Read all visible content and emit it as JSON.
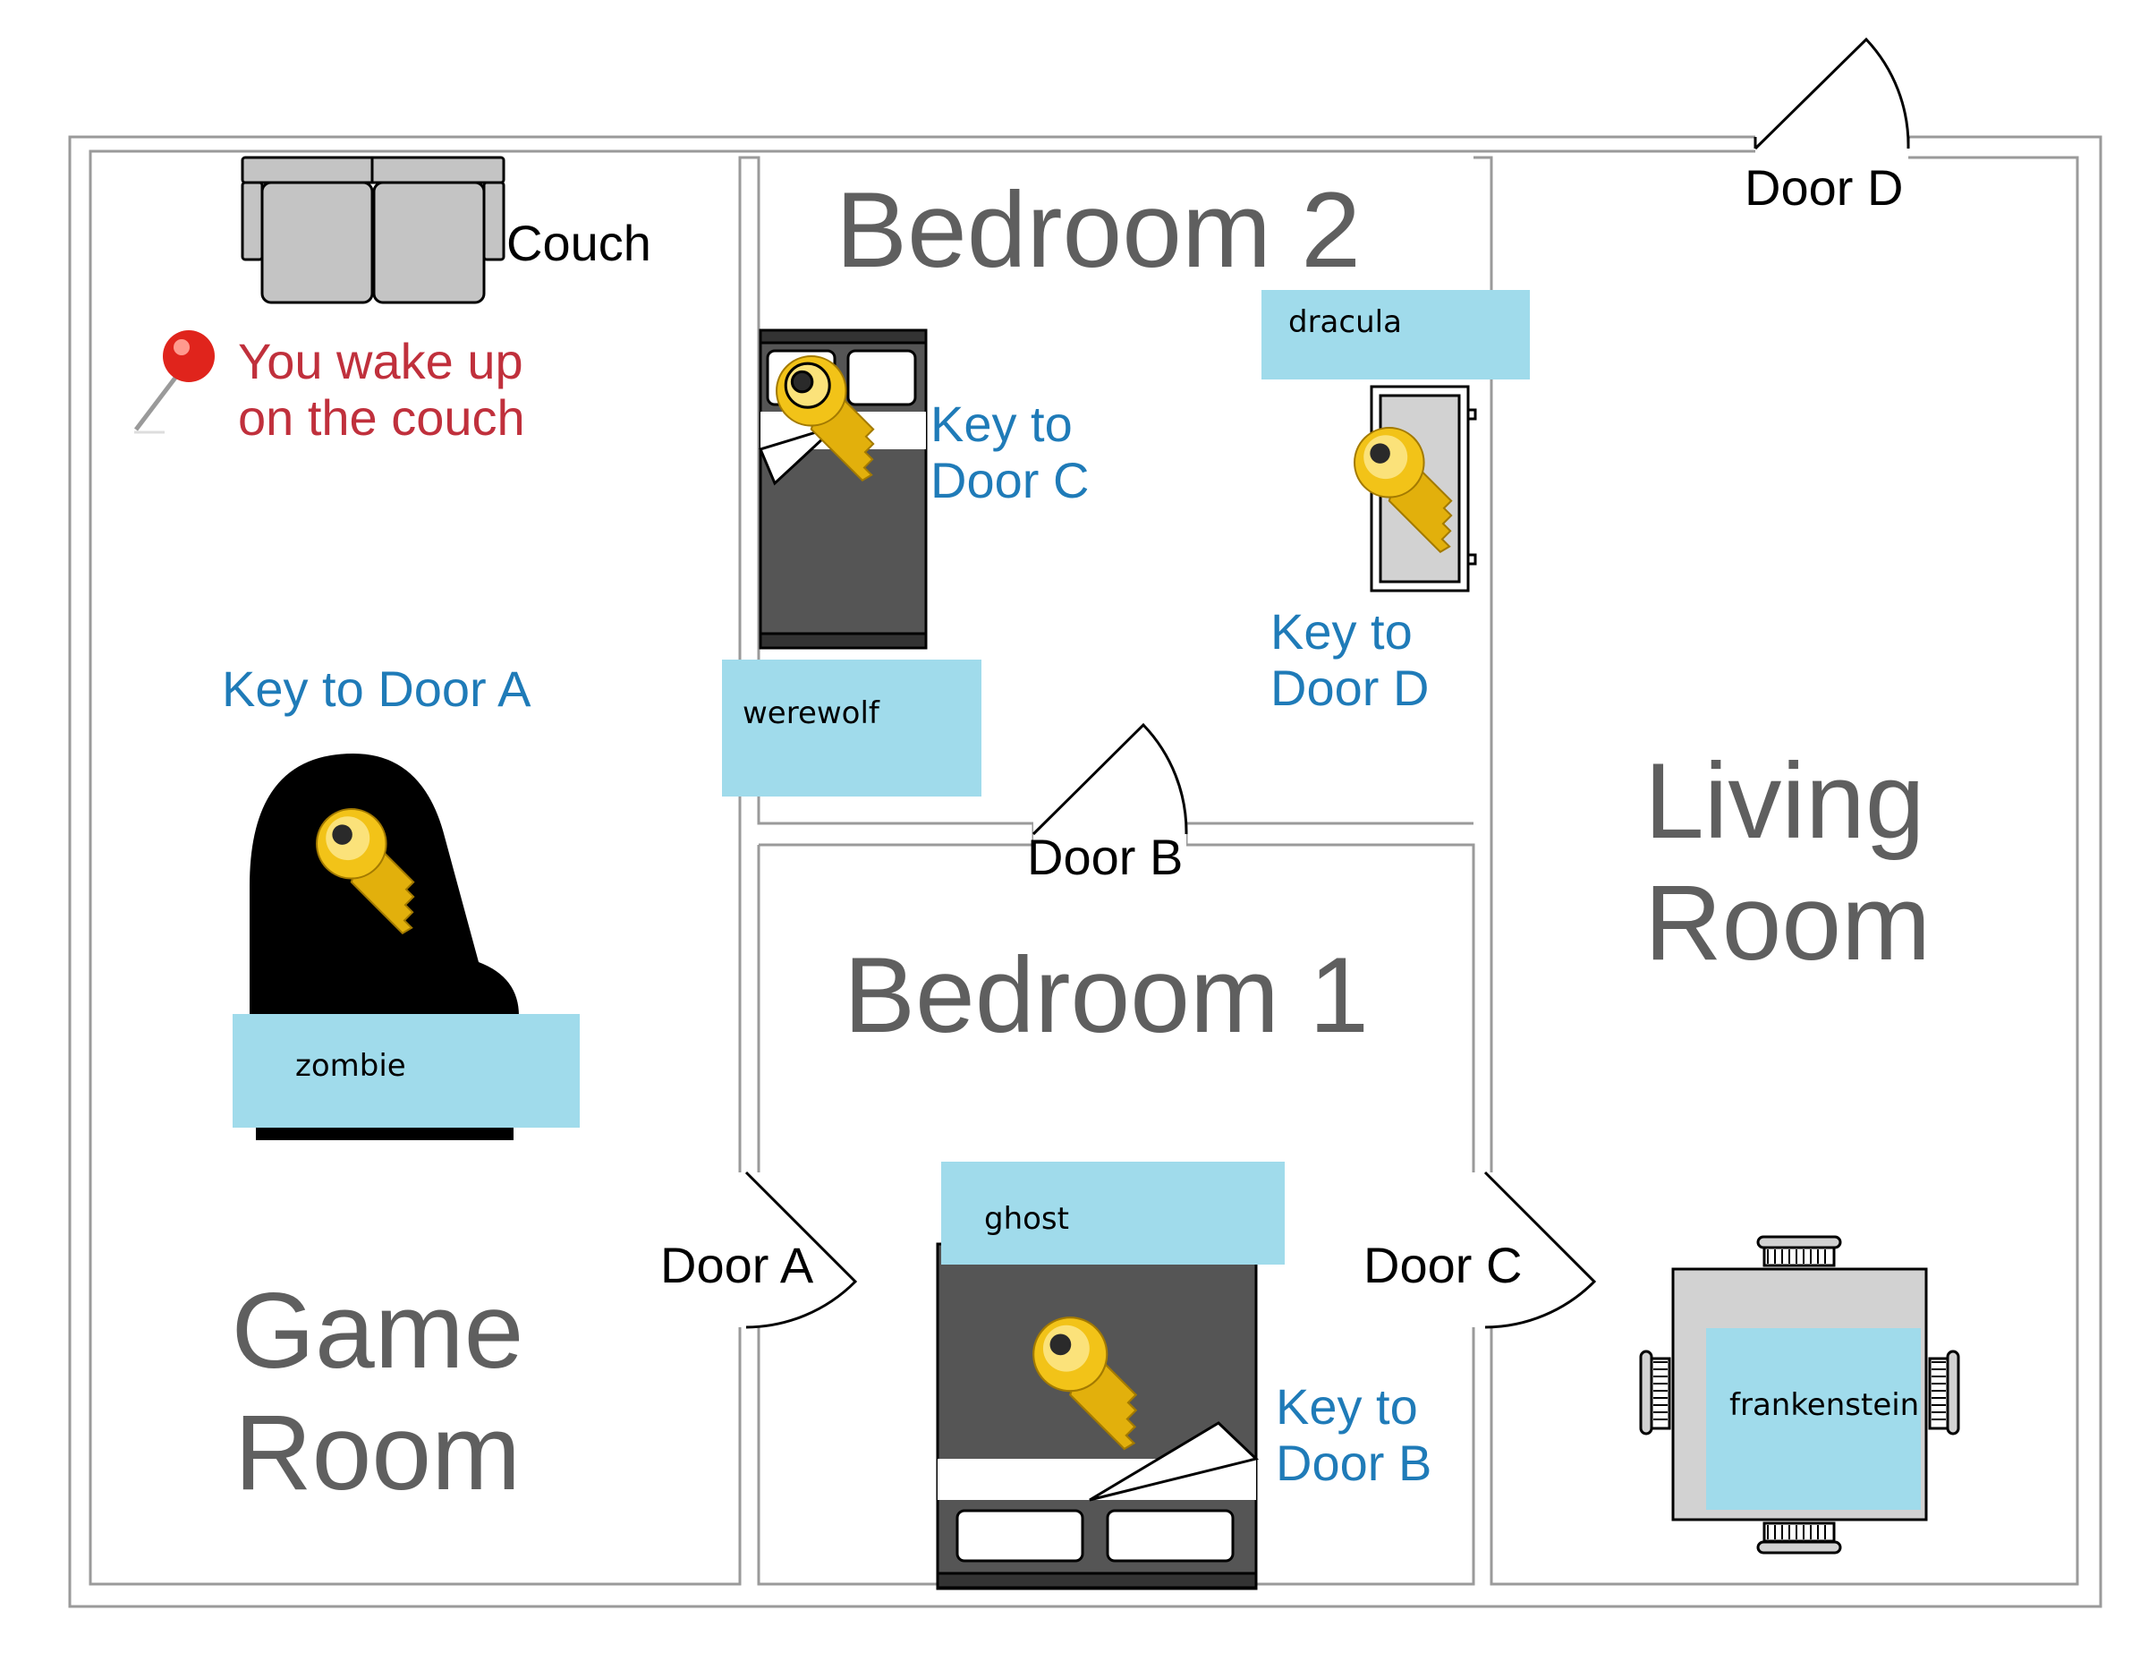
{
  "rooms": {
    "game_room": "Game\nRoom",
    "bedroom_2": "Bedroom 2",
    "bedroom_1": "Bedroom 1",
    "living_room": "Living\nRoom"
  },
  "doors": {
    "a": "Door A",
    "b": "Door B",
    "c": "Door C",
    "d": "Door D"
  },
  "keys": {
    "door_a": "Key to Door A",
    "door_b": "Key to\nDoor B",
    "door_c": "Key to\nDoor C",
    "door_d": "Key to\nDoor D"
  },
  "furniture": {
    "couch": "Couch"
  },
  "start_note": "You wake up\non the couch",
  "monsters": {
    "zombie": "zombie",
    "werewolf": "werewolf",
    "dracula": "dracula",
    "ghost": "ghost",
    "frankenstein": "frankenstein"
  },
  "colors": {
    "wall": "#9a9a9a",
    "room_label": "#5f5f5f",
    "key_label": "#1f7bb8",
    "start_note": "#c0303c",
    "monster_tag": "#a0dbeb",
    "key_gold": "#f2c318",
    "bed_dark": "#555555"
  }
}
